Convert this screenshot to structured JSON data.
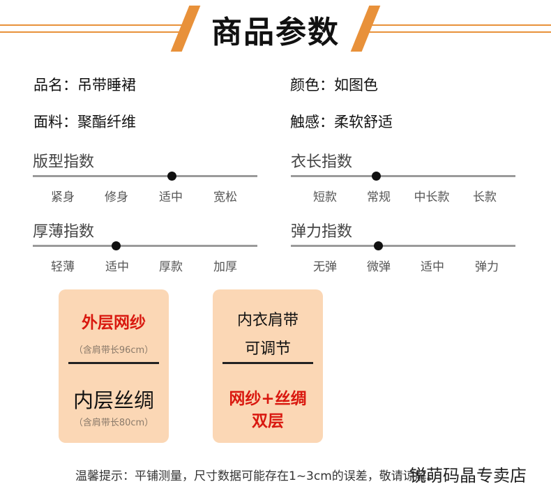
{
  "header": {
    "title": "商品参数"
  },
  "attributes": [
    {
      "label": "品名：",
      "value": "吊带睡裙"
    },
    {
      "label": "颜色：",
      "value": "如图色"
    },
    {
      "label": "面料：",
      "value": "聚酯纤维"
    },
    {
      "label": "触感：",
      "value": "柔软舒适"
    }
  ],
  "scales": [
    {
      "title": "版型指数",
      "options": [
        "紧身",
        "修身",
        "适中",
        "宽松"
      ],
      "selected_value": 0.62
    },
    {
      "title": "衣长指数",
      "options": [
        "短款",
        "常规",
        "中长款",
        "长款"
      ],
      "selected_value": 0.38
    },
    {
      "title": "厚薄指数",
      "options": [
        "轻薄",
        "适中",
        "厚款",
        "加厚"
      ],
      "selected_value": 0.37
    },
    {
      "title": "弹力指数",
      "options": [
        "无弹",
        "微弹",
        "适中",
        "弹力"
      ],
      "selected_value": 0.39
    }
  ],
  "cards": {
    "left": {
      "top_title": "外层网纱",
      "top_note": "（含肩带长96cm）",
      "bottom_title": "内层丝绸",
      "bottom_note": "（含肩带长80cm）"
    },
    "right": {
      "top_line1": "内衣肩带",
      "top_line2": "可调节",
      "bottom_line1": "网纱+丝绸",
      "bottom_line2": "双层"
    }
  },
  "footer": {
    "tip": "温馨提示：平铺测量，尺寸数据可能存在1~3cm的误差，敬请谅解。",
    "watermark": "锐萌码晶专卖店"
  },
  "colors": {
    "accent": "#e8913a",
    "card_bg": "#fbd7b5",
    "highlight_red": "#d9180f"
  }
}
